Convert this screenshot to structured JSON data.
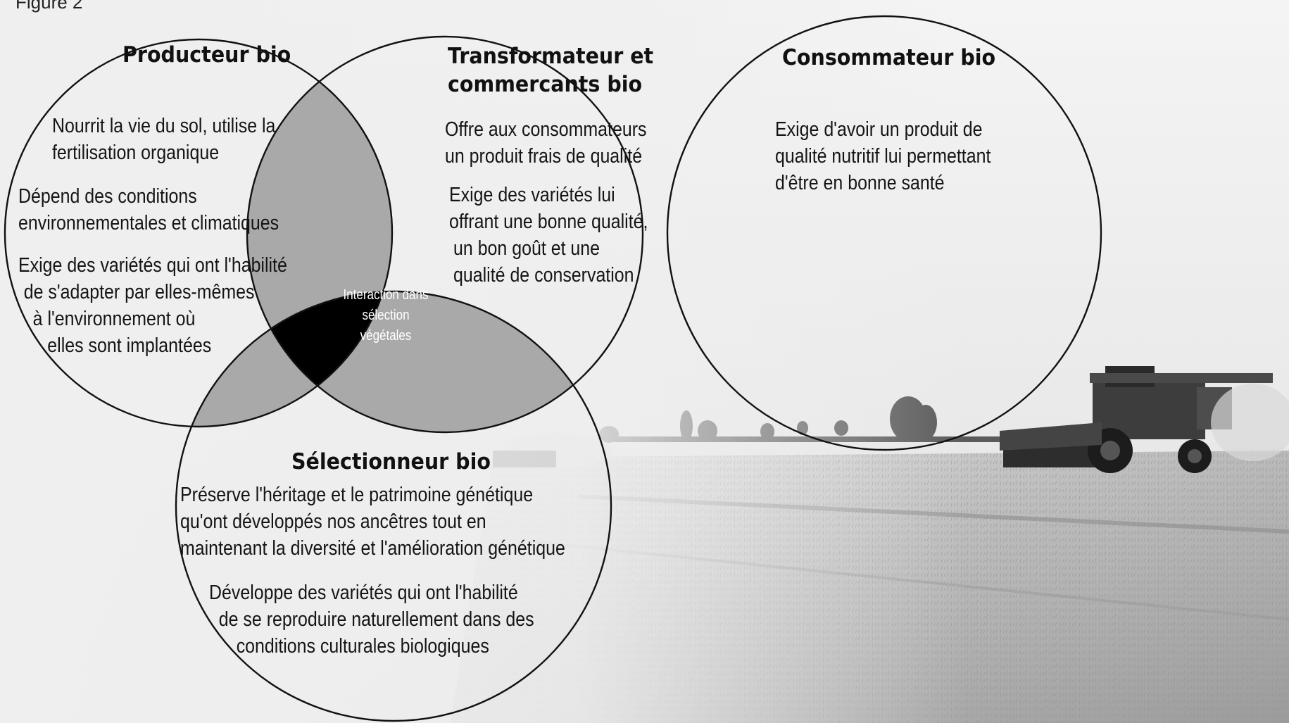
{
  "figure_label": "Figure 2",
  "circles": {
    "producteur": {
      "title": "Producteur bio",
      "points": [
        [
          "Nourrit la vie du sol, utilise la",
          "fertilisation organique"
        ],
        [
          "Dépend des conditions",
          "environnementales et climatiques"
        ],
        [
          "Exige des variétés qui ont l'habilité",
          "de s'adapter par elles-mêmes",
          "à l'environnement où",
          "elles sont implantées"
        ]
      ]
    },
    "transformateur": {
      "title": [
        "Transformateur et",
        "commercants bio"
      ],
      "points": [
        [
          "Offre aux consommateurs",
          "un produit frais de qualité"
        ],
        [
          "Exige des variétés lui",
          "offrant une bonne qualité,",
          "un bon goût et une",
          "qualité de conservation"
        ]
      ]
    },
    "consommateur": {
      "title": "Consommateur bio",
      "points": [
        [
          "Exige d'avoir un produit de",
          "qualité nutritif lui permettant",
          "d'être en bonne santé"
        ]
      ]
    },
    "selectionneur": {
      "title": "Sélectionneur bio",
      "points": [
        [
          "Préserve l'héritage et le patrimoine génétique",
          "qu'ont développés nos ancêtres tout en",
          "maintenant la diversité et l'amélioration génétique"
        ],
        [
          "Développe des variétés qui ont l'habilité",
          "de se reproduire naturellement dans des",
          "conditions culturales biologiques"
        ]
      ]
    }
  },
  "center": [
    "Interaction dans",
    "sélection",
    "végétales"
  ],
  "colors": {
    "overlap": "#a9a9a9",
    "center": "#000000",
    "circle_stroke": "#111111",
    "sky": "#f3f3f3",
    "field": "#b8b8b8"
  }
}
